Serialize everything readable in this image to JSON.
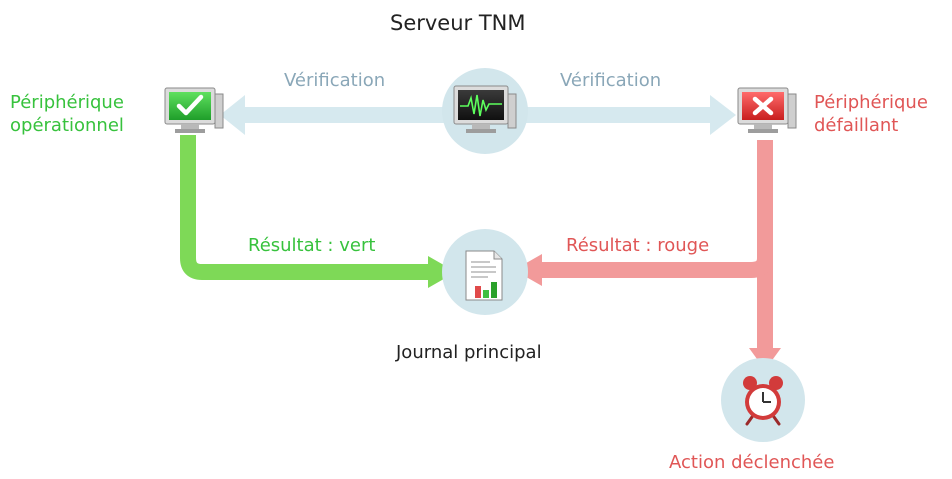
{
  "server": {
    "title": "Serveur TNM",
    "check_left": "Vérification",
    "check_right": "Vérification",
    "icon": "monitor-waveform-icon"
  },
  "ok_device": {
    "line1": "Périphérique",
    "line2": "opérationnel",
    "icon": "monitor-check-icon"
  },
  "failed_device": {
    "line1": "Périphérique",
    "line2": "défaillant",
    "icon": "monitor-x-icon"
  },
  "results": {
    "green": "Résultat : vert",
    "red": "Résultat : rouge"
  },
  "log": {
    "label": "Journal principal",
    "icon": "log-document-chart-icon"
  },
  "action": {
    "label": "Action déclenchée",
    "icon": "alarm-clock-icon"
  },
  "colors": {
    "check_arrow": "#d6e9ef",
    "ok": "#37c23d",
    "ok_arrow": "#7ed957",
    "fail": "#e05656",
    "fail_arrow": "#f29a9a",
    "circle": "#d2e6ec"
  }
}
